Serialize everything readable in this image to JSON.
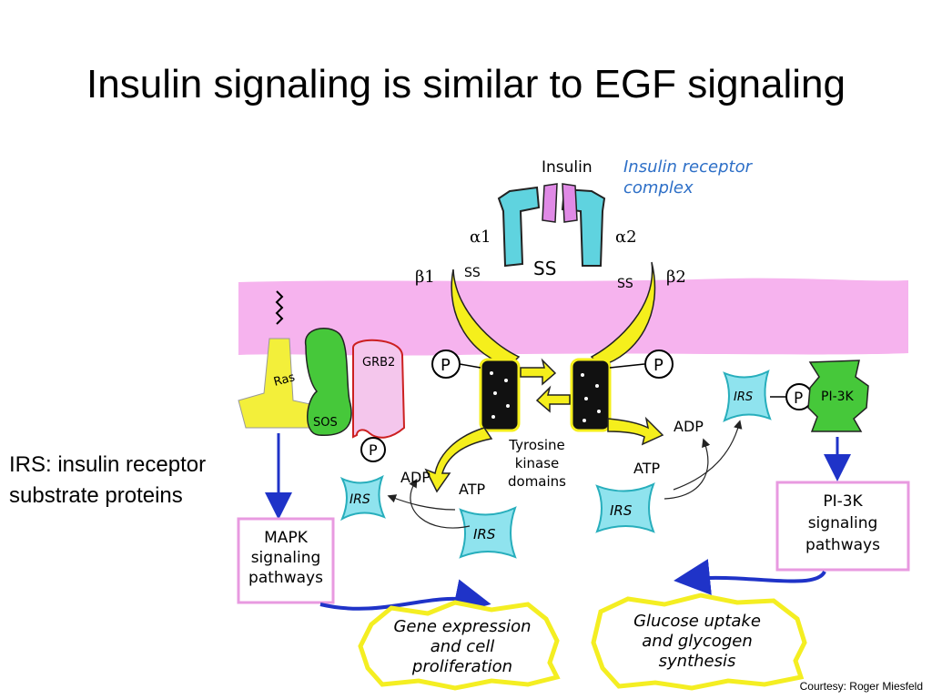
{
  "slide": {
    "title": "Insulin signaling is similar to EGF signaling",
    "side_note_line1": "IRS: insulin receptor",
    "side_note_line2": "substrate proteins",
    "courtesy": "Courtesy: Roger Miesfeld"
  },
  "diagram": {
    "insulin": "Insulin",
    "receptor_line1": "Insulin receptor",
    "receptor_line2": "complex",
    "alpha1": "α1",
    "alpha2": "α2",
    "beta1": "β1",
    "beta2": "β2",
    "ss": "SS",
    "ras": "Ras",
    "sos": "SOS",
    "grb2": "GRB2",
    "p": "P",
    "irs": "IRS",
    "adp": "ADP",
    "atp": "ATP",
    "tyrosine_line1": "Tyrosine",
    "tyrosine_line2": "kinase",
    "tyrosine_line3": "domains",
    "pi3k": "PI-3K",
    "mapk_line1": "MAPK",
    "mapk_line2": "signaling",
    "mapk_line3": "pathways",
    "pi3k_box_line1": "PI-3K",
    "pi3k_box_line2": "signaling",
    "pi3k_box_line3": "pathways",
    "gene_line1": "Gene expression",
    "gene_line2": "and cell",
    "gene_line3": "proliferation",
    "glucose_line1": "Glucose uptake",
    "glucose_line2": "and glycogen",
    "glucose_line3": "synthesis"
  },
  "colors": {
    "membrane": "#f6b3ee",
    "receptor_alpha": "#5fd3df",
    "insulin": "#e08ae6",
    "receptor_beta": "#f5ef1c",
    "green_protein": "#46c83a",
    "ras_yellow": "#f3ef3a",
    "irs_cyan": "#8fe3ee",
    "arrow_blue": "#1f33c8",
    "label_blue": "#2d6fc7",
    "burst_yellow": "#f4ee22"
  }
}
